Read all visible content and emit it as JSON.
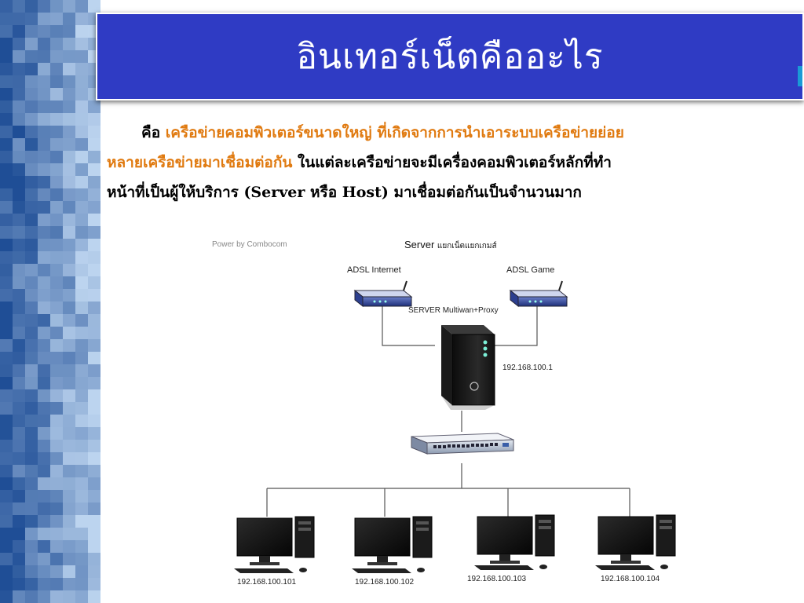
{
  "title": "อินเทอร์เน็ตคืออะไร",
  "paragraph": {
    "lead": "คือ",
    "highlight1": "เครือข่ายคอมพิวเตอร์ขนาดใหญ่  ที่เกิดจากการนำเอาระบบเครือข่ายย่อย",
    "highlight2": "หลายเครือข่ายมาเชื่อมต่อกัน",
    "line2_rest": "ในแต่ละเครือข่ายจะมีเครื่องคอมพิวเตอร์หลักที่ทำ",
    "line3": "หน้าที่เป็นผู้ให้บริการ (Server หรือ Host)  มาเชื่อมต่อกันเป็นจำนวนมาก"
  },
  "diagram": {
    "watermark": "Power by Combocom",
    "heading_en": "Server",
    "heading_th": "แยกเน็ตแยกเกมส์",
    "modem_left": "ADSL Internet",
    "modem_right": "ADSL Game",
    "server_label": "SERVER Multiwan+Proxy",
    "server_ip": "192.168.100.1",
    "clients": [
      "192.168.100.101",
      "192.168.100.102",
      "192.168.100.103",
      "192.168.100.104"
    ]
  },
  "colors": {
    "title_bg": "#2f3bc4",
    "highlight": "#e07a10",
    "strip_dark": "#1f4e96",
    "strip_light": "#bcd4ef"
  }
}
